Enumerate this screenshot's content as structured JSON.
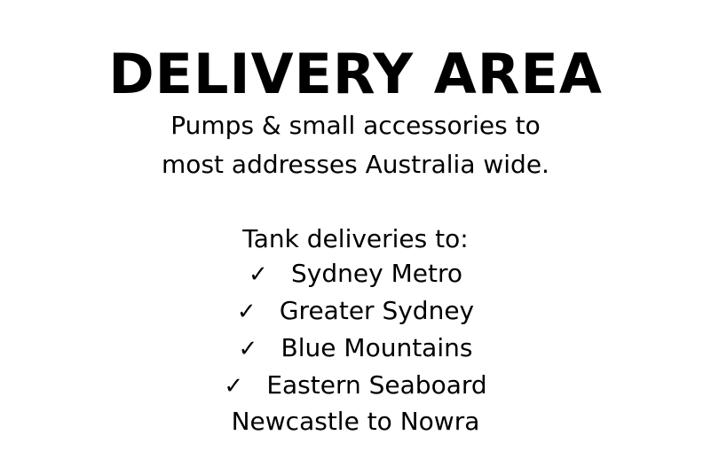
{
  "heading": "DELIVERY AREA",
  "intro": {
    "line1": "Pumps & small accessories to",
    "line2": "most addresses Australia wide."
  },
  "tank": {
    "title": "Tank deliveries to:",
    "check_glyph": "✓",
    "items": [
      {
        "label": "Sydney Metro"
      },
      {
        "label": "Greater Sydney"
      },
      {
        "label": "Blue Mountains"
      },
      {
        "label": "Eastern Seaboard"
      }
    ],
    "note": "Newcastle to Nowra"
  }
}
